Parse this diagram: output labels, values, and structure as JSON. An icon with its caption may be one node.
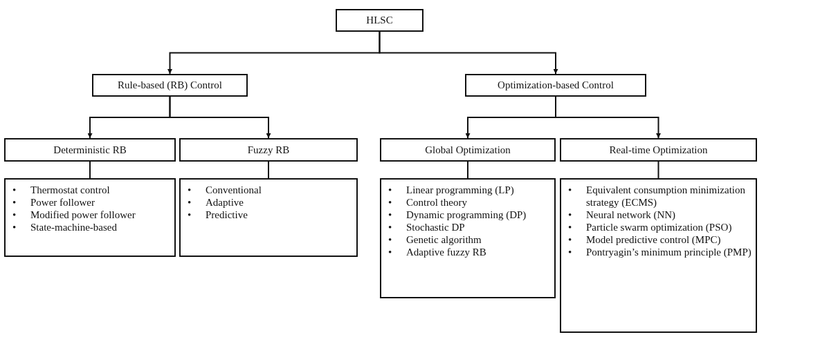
{
  "diagram": {
    "nodes": [
      {
        "text": [
          "HLSC"
        ]
      },
      {
        "text": [
          "Rule-based (RB) Control"
        ]
      },
      {
        "text": [
          "Optimization-based Control"
        ]
      },
      {
        "text": [
          "Deterministic RB"
        ]
      },
      {
        "text": [
          "Fuzzy RB"
        ]
      },
      {
        "text": [
          "Global Optimization"
        ]
      },
      {
        "text": [
          "Real-time Optimization"
        ]
      },
      {
        "text": [
          "•",
          "Thermostat control",
          "•",
          "Power follower",
          "•",
          "Modified power follower",
          "•",
          "State-machine-based"
        ]
      },
      {
        "text": [
          "•",
          "Conventional",
          "•",
          "Adaptive",
          "•",
          "Predictive"
        ]
      },
      {
        "text": [
          "•",
          "Linear programming (LP)",
          "•",
          "Control theory",
          "•",
          "Dynamic programming (DP)",
          "•",
          "Stochastic DP",
          "•",
          "Genetic algorithm",
          "•",
          "Adaptive fuzzy RB"
        ]
      },
      {
        "text": [
          "•",
          "Equivalent consumption minimization strategy (ECMS)",
          "•",
          "Neural network (NN)",
          "•",
          "Particle swarm optimization (PSO)",
          "•",
          "Model predictive control (MPC)",
          "•",
          "Pontryagin’s minimum principle (PMP)"
        ]
      }
    ],
    "edges": [
      {
        "from": 0,
        "to": 1,
        "arrow": "to"
      },
      {
        "from": 0,
        "to": 2,
        "arrow": "to"
      },
      {
        "from": 1,
        "to": 3,
        "arrow": "to"
      },
      {
        "from": 1,
        "to": 4,
        "arrow": "to"
      },
      {
        "from": 2,
        "to": 5,
        "arrow": "to"
      },
      {
        "from": 2,
        "to": 6,
        "arrow": "to"
      },
      {
        "from": 3,
        "to": 7,
        "arrow": "none"
      },
      {
        "from": 4,
        "to": 8,
        "arrow": "none"
      },
      {
        "from": 5,
        "to": 9,
        "arrow": "none"
      },
      {
        "from": 6,
        "to": 10,
        "arrow": "none"
      }
    ]
  }
}
